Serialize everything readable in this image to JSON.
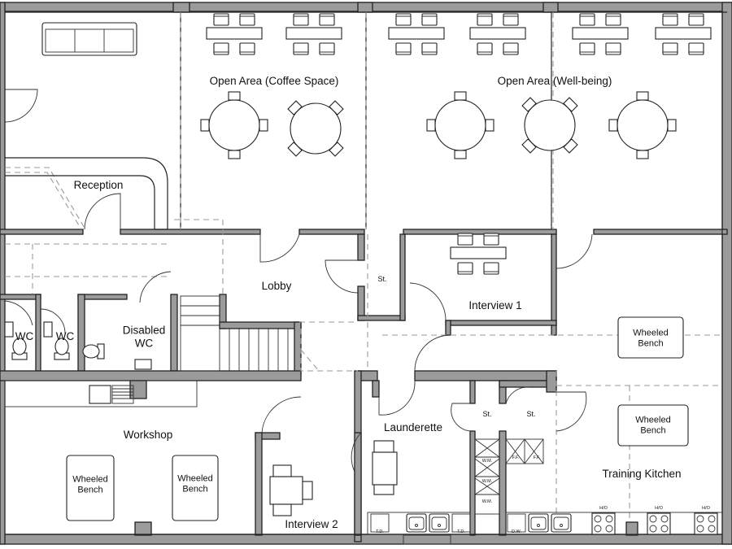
{
  "rooms": {
    "open_area_coffee": "Open Area (Coffee Space)",
    "open_area_wellbeing": "Open Area (Well-being)",
    "reception": "Reception",
    "lobby": "Lobby",
    "store_lobby": "St.",
    "interview_1": "Interview 1",
    "wc_1": "WC",
    "wc_2": "WC",
    "disabled_wc": "Disabled WC",
    "workshop": "Workshop",
    "interview_2": "Interview 2",
    "launderette": "Launderette",
    "store_launderette": "St.",
    "store_kitchen": "St.",
    "training_kitchen": "Training Kitchen"
  },
  "furniture": {
    "wheeled_bench_east": "Wheeled Bench",
    "wheeled_bench_kitchen": "Wheeled Bench",
    "wheeled_bench_workshop_left": "Wheeled Bench",
    "wheeled_bench_workshop_right": "Wheeled Bench"
  },
  "appliances": {
    "wm_1": "W.M.",
    "wm_2": "W.M.",
    "wm_3": "W.M.",
    "ff_1": "F.F.",
    "ff_2": "F.F.",
    "td_1": "T.D.",
    "td_2": "T.D.",
    "dw": "D.W.",
    "ho_1": "H/O",
    "ho_2": "H/O",
    "ho_3": "H/O"
  },
  "colors": {
    "wall_fill": "#9b9b9b",
    "line": "#222222",
    "dashed": "#9a9a9a",
    "background": "#ffffff"
  }
}
